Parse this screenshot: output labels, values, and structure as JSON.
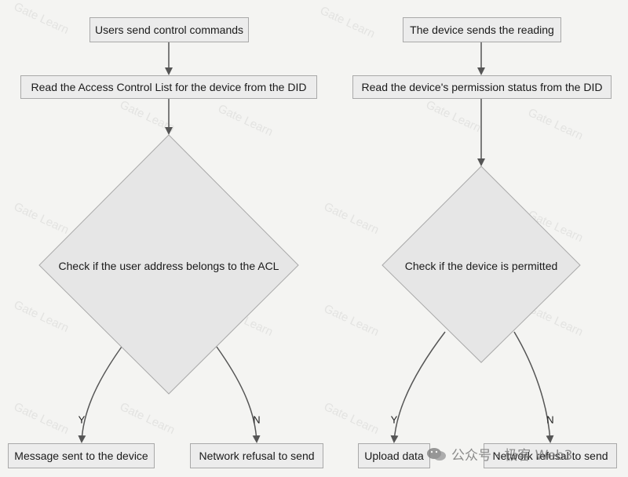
{
  "watermark": {
    "text": "Gate Learn"
  },
  "credit": {
    "text": "公众号 · 极客 Web3",
    "icon": "wechat-icon"
  },
  "left_flow": {
    "start": "Users send control commands",
    "read": "Read the Access Control List for the device from the DID",
    "decision": "Check if the user address belongs to the ACL",
    "yes_label": "Y",
    "no_label": "N",
    "yes_result": "Message sent to the device",
    "no_result": "Network refusal to send"
  },
  "right_flow": {
    "start": "The device sends the reading",
    "read": "Read the device's permission status from the DID",
    "decision": "Check if the device is permitted",
    "yes_label": "Y",
    "no_label": "N",
    "yes_result": "Upload data",
    "no_result": "Network refusal to send"
  },
  "colors": {
    "background": "#f4f4f2",
    "node_fill": "#ececec",
    "node_border": "#a9a9a9",
    "arrow": "#555555"
  }
}
